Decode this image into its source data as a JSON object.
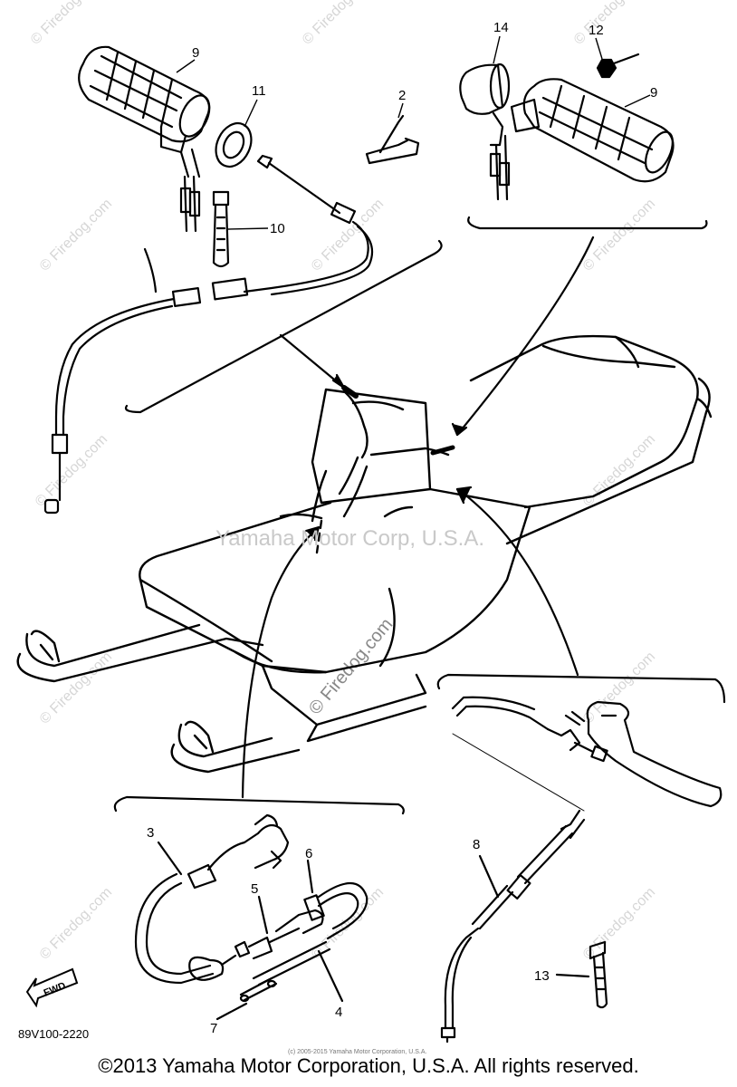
{
  "callouts": [
    {
      "id": "c9a",
      "label": "9"
    },
    {
      "id": "c11",
      "label": "11"
    },
    {
      "id": "c2",
      "label": "2"
    },
    {
      "id": "c14",
      "label": "14"
    },
    {
      "id": "c12",
      "label": "12"
    },
    {
      "id": "c9b",
      "label": "9"
    },
    {
      "id": "c10",
      "label": "10"
    },
    {
      "id": "c3",
      "label": "3"
    },
    {
      "id": "c6",
      "label": "6"
    },
    {
      "id": "c5",
      "label": "5"
    },
    {
      "id": "c8",
      "label": "8"
    },
    {
      "id": "c13",
      "label": "13"
    },
    {
      "id": "c4",
      "label": "4"
    },
    {
      "id": "c7",
      "label": "7"
    }
  ],
  "watermark_center": "Yamaha Motor Corp, U.S.A.",
  "watermark_site": "© Firedog.com",
  "part_code": "89V100-2220",
  "fwd_label": "FWD",
  "tiny_notice": "(c) 2005-2015 Yamaha Motor Corporation, U.S.A.",
  "copyright": "©2013 Yamaha Motor Corporation, U.S.A. All rights reserved."
}
